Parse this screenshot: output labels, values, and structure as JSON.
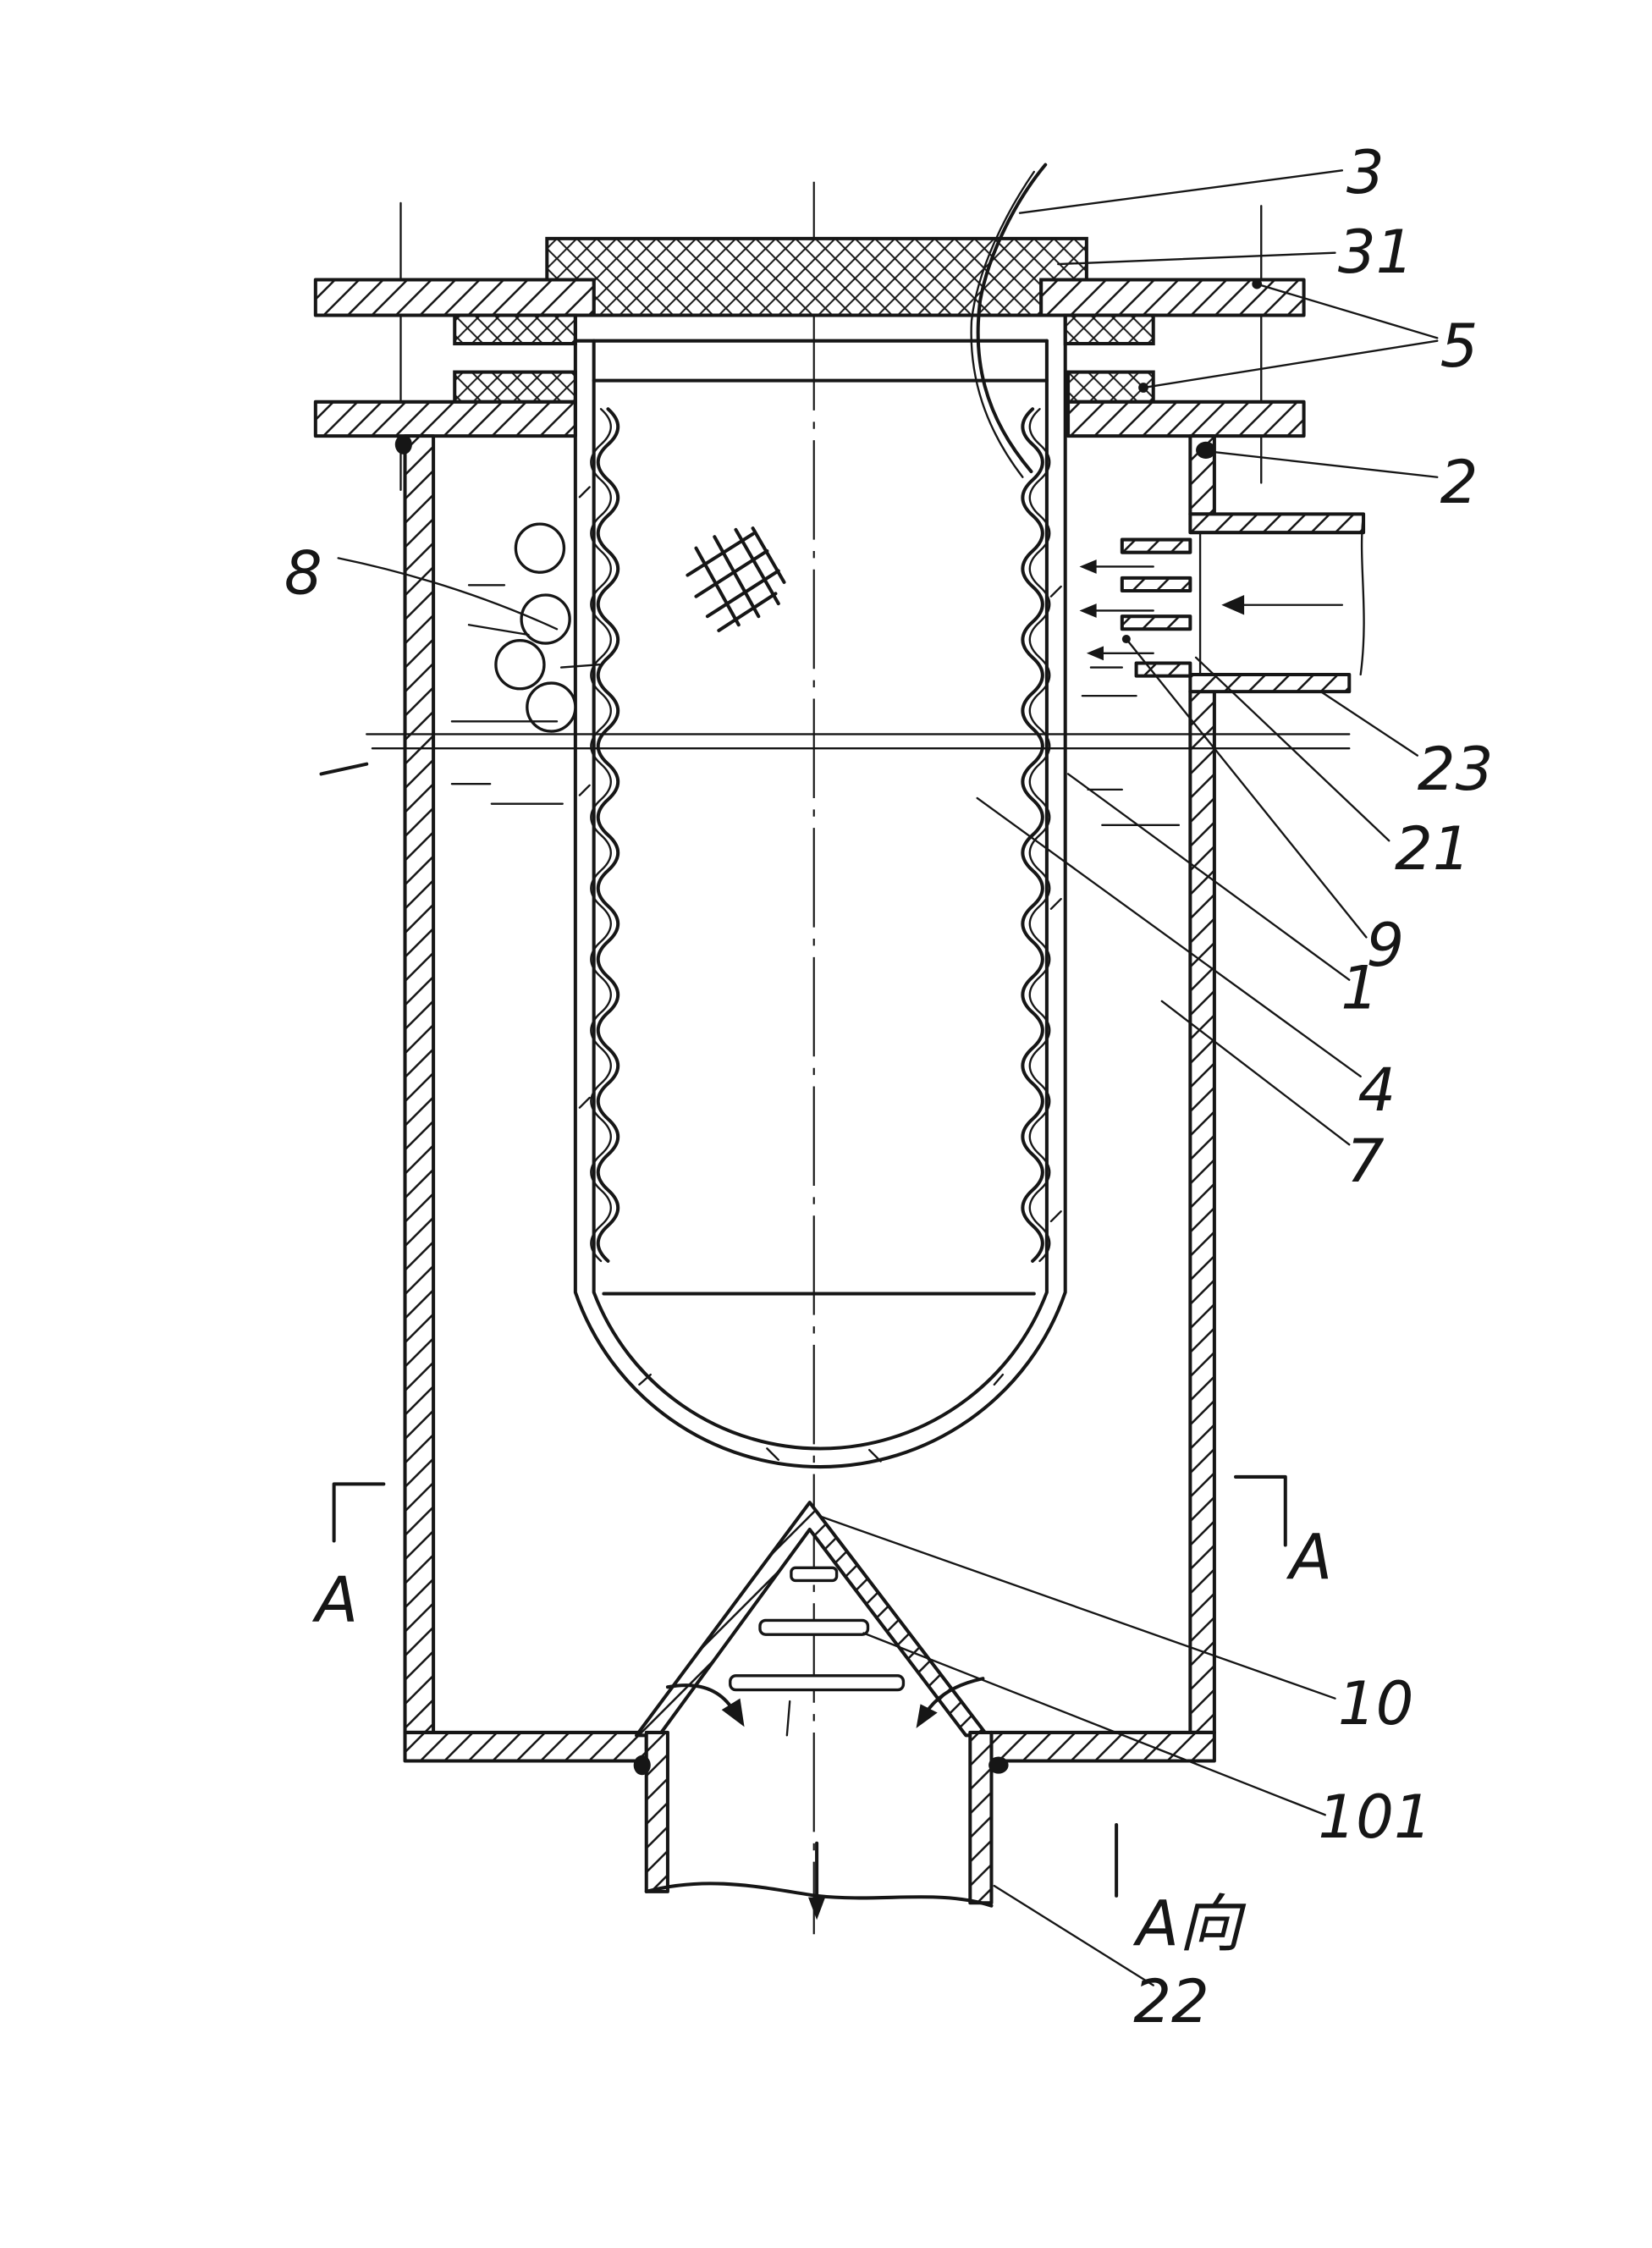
{
  "reference_numerals": [
    "3",
    "31",
    "5",
    "2",
    "8",
    "23",
    "21",
    "9",
    "1",
    "4",
    "7",
    "10",
    "101",
    "22"
  ],
  "section_marks": {
    "left": "A",
    "right": "A",
    "view": "A向"
  }
}
